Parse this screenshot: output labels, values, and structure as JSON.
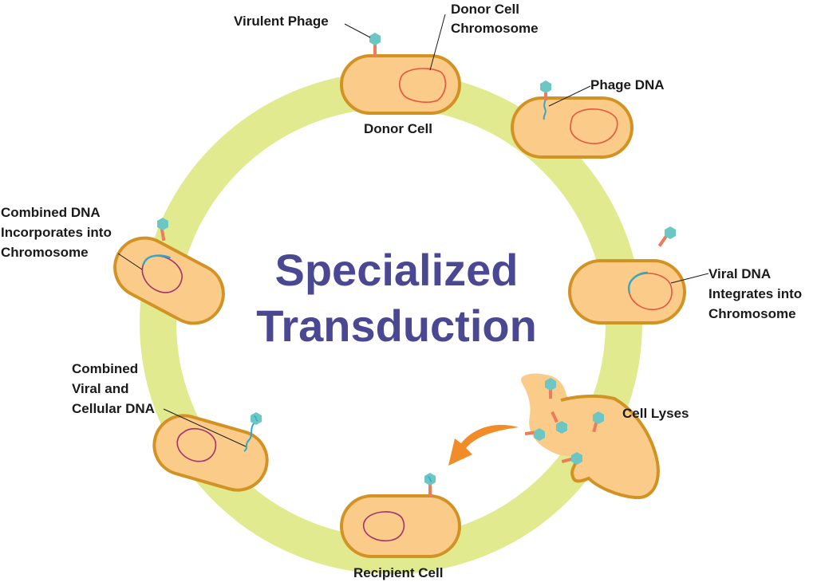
{
  "title": {
    "line1": "Specialized",
    "line2": "Transduction"
  },
  "labels": {
    "virulent_phage": "Virulent Phage",
    "donor_chromosome_1": "Donor Cell",
    "donor_chromosome_2": "Chromosome",
    "donor_cell": "Donor Cell",
    "phage_dna": "Phage DNA",
    "viral_dna_1": "Viral DNA",
    "viral_dna_2": "Integrates into",
    "viral_dna_3": "Chromosome",
    "cell_lyses": "Cell Lyses",
    "recipient_cell": "Recipient Cell",
    "combined_viral_1": "Combined",
    "combined_viral_2": "Viral and",
    "combined_viral_3": "Cellular DNA",
    "combined_dna_1": "Combined DNA",
    "combined_dna_2": "Incorporates into",
    "combined_dna_3": "Chromosome"
  },
  "colors": {
    "ring": "#e2ea8f",
    "cell_fill": "#fbcb8a",
    "cell_stroke": "#d39224",
    "chromosome": "#e8543e",
    "recipient_chromosome": "#a3326a",
    "phage_head": "#6cc7c4",
    "phage_tail": "#ee7b5a",
    "viral_dna": "#2fa8c9",
    "arrow": "#f28c28",
    "title": "#4a4793"
  },
  "icons": [
    "phage-icon",
    "arrow-icon"
  ]
}
